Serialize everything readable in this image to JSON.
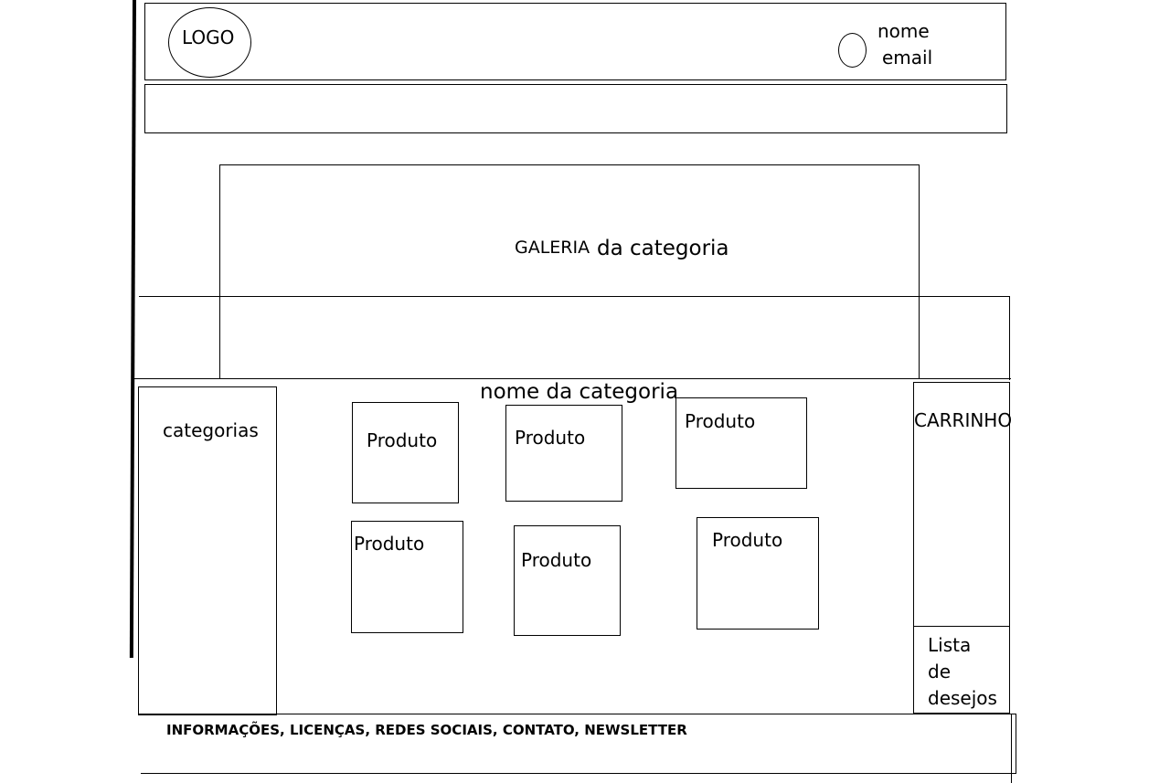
{
  "header": {
    "logo_label": "LOGO",
    "user_name": "nome",
    "user_email": "email"
  },
  "gallery": {
    "title_part1": "GALERIA",
    "title_part2": "da categoria"
  },
  "main": {
    "category_title": "nome da categoria",
    "products": [
      {
        "label": "Produto"
      },
      {
        "label": "Produto"
      },
      {
        "label": "Produto"
      },
      {
        "label": "Produto"
      },
      {
        "label": "Produto"
      },
      {
        "label": "Produto"
      }
    ]
  },
  "sidebar_left": {
    "title": "categorias"
  },
  "sidebar_right": {
    "cart_label": "CARRINHO",
    "wishlist_line1": "Lista",
    "wishlist_line2": "de",
    "wishlist_line3": "desejos"
  },
  "footer": {
    "text": "INFORMAÇÕES, LICENÇAS, REDES SOCIAIS, CONTATO, NEWSLETTER"
  }
}
